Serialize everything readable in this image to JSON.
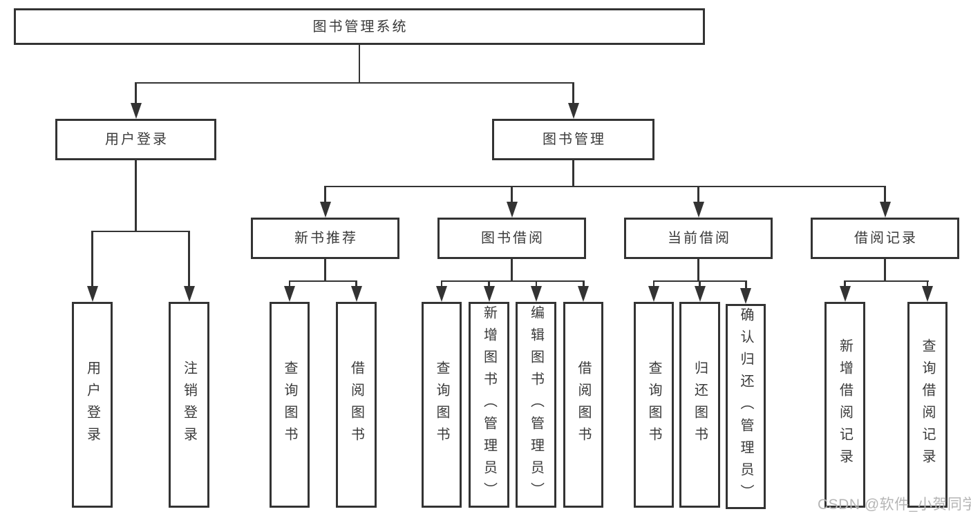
{
  "title": "图书管理系统",
  "tree": {
    "label": "图书管理系统",
    "children": [
      {
        "label": "用户登录",
        "children": [
          {
            "label": "用户登录"
          },
          {
            "label": "注销登录"
          }
        ]
      },
      {
        "label": "图书管理",
        "children": [
          {
            "label": "新书推荐",
            "children": [
              {
                "label": "查询图书"
              },
              {
                "label": "借阅图书"
              }
            ]
          },
          {
            "label": "图书借阅",
            "children": [
              {
                "label": "查询图书"
              },
              {
                "label": "新增图书（管理员）"
              },
              {
                "label": "编辑图书（管理员）"
              },
              {
                "label": "借阅图书"
              }
            ]
          },
          {
            "label": "当前借阅",
            "children": [
              {
                "label": "查询图书"
              },
              {
                "label": "归还图书"
              },
              {
                "label": "确认归还（管理员）"
              }
            ]
          },
          {
            "label": "借阅记录",
            "children": [
              {
                "label": "新增借阅记录"
              },
              {
                "label": "查询借阅记录"
              }
            ]
          }
        ]
      }
    ]
  },
  "watermark": "CSDN @软件_小贺同学",
  "colors": {
    "line": "#333333",
    "text": "#3a3a3a",
    "watermark": "#b5b5b5",
    "background": "#ffffff"
  }
}
